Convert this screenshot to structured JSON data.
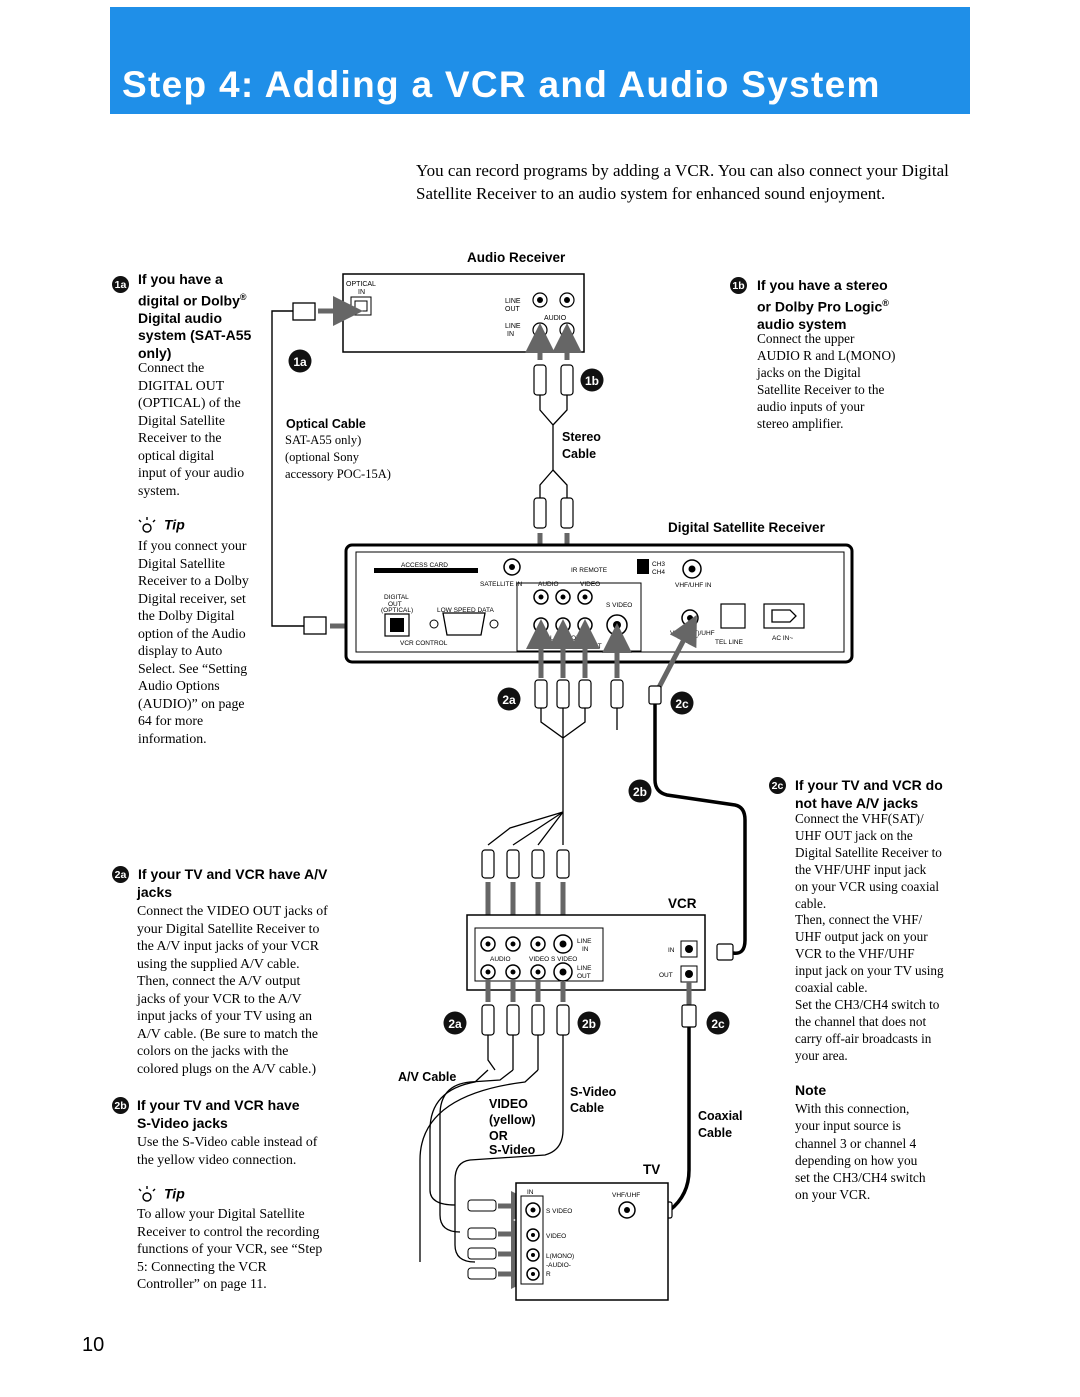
{
  "page": {
    "title": "Step 4: Adding a VCR and Audio System",
    "intro": "You can record programs by adding a VCR. You can also connect your Digital Satellite Receiver to an audio system for enhanced sound enjoyment.",
    "page_number": "10"
  },
  "badges": {
    "b1a": "1a",
    "b1b": "1b",
    "b2a": "2a",
    "b2b": "2b",
    "b2c": "2c"
  },
  "section_1a": {
    "heading_line1": "If you have a",
    "heading_line2": "digital or Dolby",
    "heading_line3": "Digital audio",
    "heading_line4": "system (SAT-A55",
    "heading_line5": "only)",
    "body": [
      "Connect the",
      "DIGITAL OUT",
      "(OPTICAL) of the",
      "Digital Satellite",
      "Receiver to the",
      "optical digital",
      "input of your audio",
      "system."
    ]
  },
  "tip1": {
    "label": "Tip",
    "body": [
      "If you connect your",
      "Digital Satellite",
      "Receiver to a Dolby",
      "Digital receiver, set",
      "the Dolby Digital",
      "option of the Audio",
      "display to Auto",
      "Select. See “Setting",
      "Audio Options",
      "(AUDIO)” on page",
      "64 for more",
      "information."
    ]
  },
  "section_1b": {
    "heading_line1": "If you have a stereo",
    "heading_line2": "or Dolby Pro Logic",
    "heading_line3": "audio system",
    "body": [
      "Connect the upper",
      "AUDIO R and L(MONO)",
      "jacks on the Digital",
      "Satellite Receiver to the",
      "audio inputs of your",
      "stereo amplifier."
    ]
  },
  "section_2a": {
    "heading_line1": "If your TV and VCR have A/V",
    "heading_line2": "jacks",
    "body": [
      "Connect the VIDEO OUT jacks of",
      "your Digital Satellite Receiver to",
      "the A/V input jacks of your VCR",
      "using the supplied A/V cable.",
      "Then, connect the A/V output",
      "jacks of your VCR to the A/V",
      "input jacks of your TV using an",
      "A/V cable. (Be sure to match the",
      "colors on the jacks with the",
      "colored plugs on the A/V cable.)"
    ]
  },
  "section_2b": {
    "heading_line1": "If your TV and VCR have",
    "heading_line2": "S-Video jacks",
    "body": [
      "Use the S-Video cable instead of",
      "the yellow video connection."
    ]
  },
  "tip2": {
    "label": "Tip",
    "body": [
      "To allow your Digital Satellite",
      "Receiver to control the recording",
      "functions of your VCR, see “Step",
      "5: Connecting the VCR",
      "Controller” on page 11."
    ]
  },
  "section_2c": {
    "heading_line1": "If your TV and VCR do",
    "heading_line2": "not have A/V jacks",
    "body": [
      "Connect the VHF(SAT)/",
      "UHF OUT jack on the",
      "Digital Satellite Receiver to",
      "the VHF/UHF input jack",
      "on your VCR using coaxial",
      "cable.",
      "Then, connect the VHF/",
      "UHF output jack on your",
      "VCR to the VHF/UHF",
      "input jack on your TV using",
      "coaxial cable.",
      "Set the CH3/CH4 switch to",
      "the channel that does not",
      "carry off-air broadcasts in",
      "your area."
    ]
  },
  "note": {
    "heading": "Note",
    "body": [
      "With this connection,",
      "your input source is",
      "channel 3 or channel 4",
      "depending on how you",
      "set the CH3/CH4 switch",
      "on your VCR."
    ]
  },
  "diagram": {
    "audio_receiver": "Audio Receiver",
    "optical_cable": "Optical Cable",
    "optical_cable_notes": [
      "SAT-A55 only)",
      "(optional Sony",
      "accessory POC-15A)"
    ],
    "stereo_cable": [
      "Stereo",
      "Cable"
    ],
    "digital_satellite_receiver": "Digital Satellite Receiver",
    "vcr": "VCR",
    "tv": "TV",
    "av_cable": "A/V Cable",
    "video_or_svideo": [
      "VIDEO",
      "(yellow)",
      "OR",
      "S-Video"
    ],
    "svideo_cable": [
      "S-Video",
      "Cable"
    ],
    "coaxial_cable": [
      "Coaxial",
      "Cable"
    ],
    "receiver_small": {
      "optical": "OPTICAL",
      "in": "IN",
      "line_out": [
        "LINE",
        "OUT"
      ],
      "line_in": [
        "LINE",
        "IN"
      ],
      "audio": "AUDIO"
    },
    "dsr_small": {
      "access_card": "ACCESS CARD",
      "satellite_in": "SATELLITE IN",
      "ir_remote": "IR REMOTE",
      "ch3": "CH3",
      "ch4": "CH4",
      "vhfuhf_in": "VHF/UHF IN",
      "digital_out": [
        "DIGITAL",
        "OUT",
        "(OPTICAL)"
      ],
      "low_speed_data": "LOW SPEED DATA",
      "vcr_control": "VCR CONTROL",
      "audio": "AUDIO",
      "video": "VIDEO",
      "s_video": "S VIDEO",
      "video_out": "VIDEO OUT",
      "vhfsat_uhf_out": [
        "VHF(SAT)/UHF",
        "OUT"
      ],
      "tel_line": "TEL LINE",
      "ac_in": "AC IN~",
      "l_mono": "L(MONO)"
    },
    "vcr_small": {
      "audio": "AUDIO",
      "video": "VIDEO",
      "s_video": "S VIDEO",
      "line_in": [
        "LINE",
        "IN"
      ],
      "line_out": [
        "LINE",
        "OUT"
      ],
      "in": "IN",
      "out": "OUT"
    },
    "tv_small": {
      "in": "IN",
      "vhfuhf": "VHF/UHF",
      "s_video": "S VIDEO",
      "video": "VIDEO",
      "l_mono": "L(MONO)",
      "audio": "-AUDIO-",
      "r": "R"
    }
  }
}
